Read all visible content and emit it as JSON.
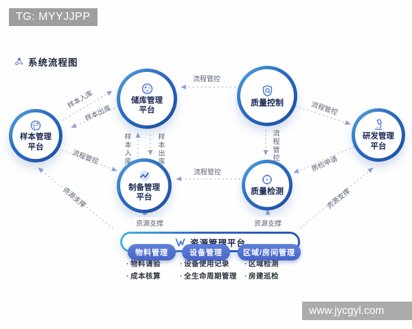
{
  "header": {
    "badge": "TG: MYYJJPP"
  },
  "title": "系统流程图",
  "nodes": {
    "sample": {
      "line1": "样本管理",
      "line2": "平台"
    },
    "storage": {
      "line1": "储库管理",
      "line2": "平台"
    },
    "qc": {
      "label": "质量控制"
    },
    "rd": {
      "line1": "研发管理",
      "line2": "平台"
    },
    "prep": {
      "line1": "制备管理",
      "line2": "平台"
    },
    "inspect": {
      "label": "质量检测"
    }
  },
  "edges": {
    "sample_in": "样本入库",
    "sample_out": "样本出库",
    "flow_sample_prep": "流程管控",
    "flow_qc_storage": "流程管控",
    "flow_qc_inspect": "流程管控",
    "flow_inspect_prep": "流程管控",
    "flow_qc_rd": "流程管控",
    "inspect_request": "质检申请",
    "res_sample": "资源支撑",
    "res_prep": "资源支撑",
    "res_inspect": "资源支撑",
    "res_rd": "资源支撑",
    "sample_in_v": "样本入库",
    "sample_out_v": "样本出库",
    "flow_qc_inspect_v": "流程管控"
  },
  "resource": {
    "title": "资源管理平台",
    "groups": [
      {
        "label": "物料管理",
        "items": [
          "物料请验",
          "成本核算"
        ]
      },
      {
        "label": "设备管理",
        "items": [
          "设备使用记录",
          "全生命周期管理"
        ]
      },
      {
        "label": "区域/房间管理",
        "items": [
          "区域检测",
          "房建巡检"
        ]
      }
    ]
  },
  "watermark": "www.jycgyl.com",
  "colors": {
    "ring_blue_dark": "#1c4c9e",
    "ring_blue_light": "#57a7dc",
    "pill_blue": "#4765c6",
    "arrowhead": "#90a2d8",
    "dash_gray": "#c4cbd8",
    "badge_gray": "#9e9e9e",
    "watermark_gray": "#ababab",
    "node_text": "#1b2752"
  }
}
